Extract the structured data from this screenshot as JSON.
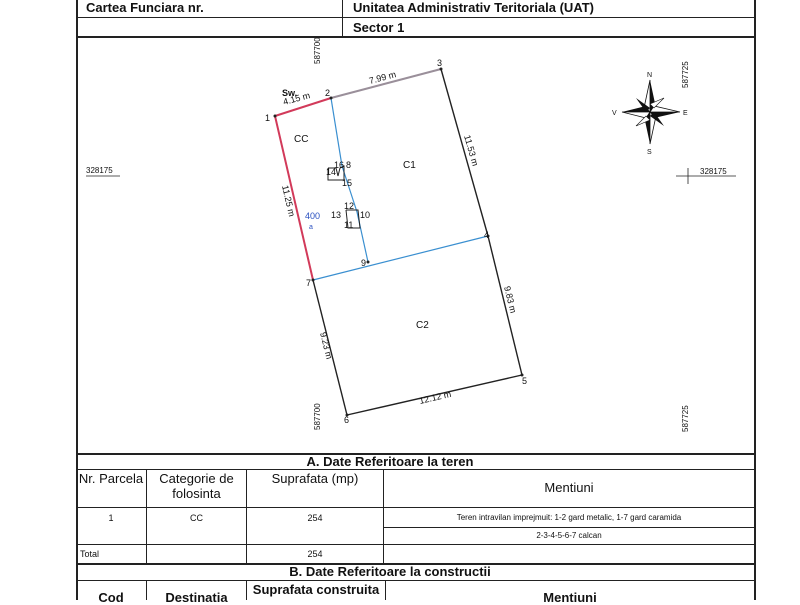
{
  "header": {
    "cadastral_book": "Cartea Funciara nr.",
    "uat": "Unitatea Administrativ Teritoriala (UAT)",
    "sector": "Sector 1"
  },
  "plan": {
    "coords": {
      "top": "587700",
      "top_right": "587725",
      "bottom": "587700",
      "bottom_right": "587725",
      "left": "328175",
      "right": "328175"
    },
    "dimensions": {
      "d12": "4.15 m",
      "d23": "7.99 m",
      "d34": "11.53 m",
      "d45": "9.83 m",
      "d56": "12.12 m",
      "d67": "9.23 m",
      "d71": "11.25 m"
    },
    "sw_label": "Sw.",
    "point_labels": [
      "1",
      "2",
      "3",
      "4",
      "5",
      "6",
      "7",
      "8",
      "9",
      "10",
      "11",
      "12",
      "13",
      "14",
      "15",
      "16"
    ],
    "zones": {
      "cc": "CC",
      "c1": "C1",
      "c2": "C2"
    },
    "lot_number": "400",
    "compass": {
      "n": "N",
      "s": "S",
      "e": "E",
      "w": "V"
    }
  },
  "section_a": {
    "title": "A. Date Referitoare la teren",
    "columns": {
      "nr_parcela": "Nr. Parcela",
      "categorie": "Categorie de folosinta",
      "suprafata": "Suprafata (mp)",
      "mentiuni": "Mentiuni"
    },
    "row": {
      "nr": "1",
      "categorie": "CC",
      "suprafata": "254",
      "mentiuni_1": "Teren intravilan imprejmuit: 1-2 gard metalic, 1-7 gard caramida",
      "mentiuni_2": "2-3-4-5-6-7 calcan"
    },
    "total_label": "Total",
    "total_value": "254"
  },
  "section_b": {
    "title": "B. Date Referitoare la constructii",
    "columns": {
      "cod": "Cod",
      "destinatia": "Destinatia",
      "suprafata": "Suprafata construita",
      "mentiuni": "Mentiuni"
    }
  },
  "colors": {
    "boundary": "#222222",
    "red_edge": "#d23a5a",
    "internal_line": "#3a8fd0",
    "gray_edge": "#9a8f9a",
    "lot_number": "#2a50c0"
  }
}
